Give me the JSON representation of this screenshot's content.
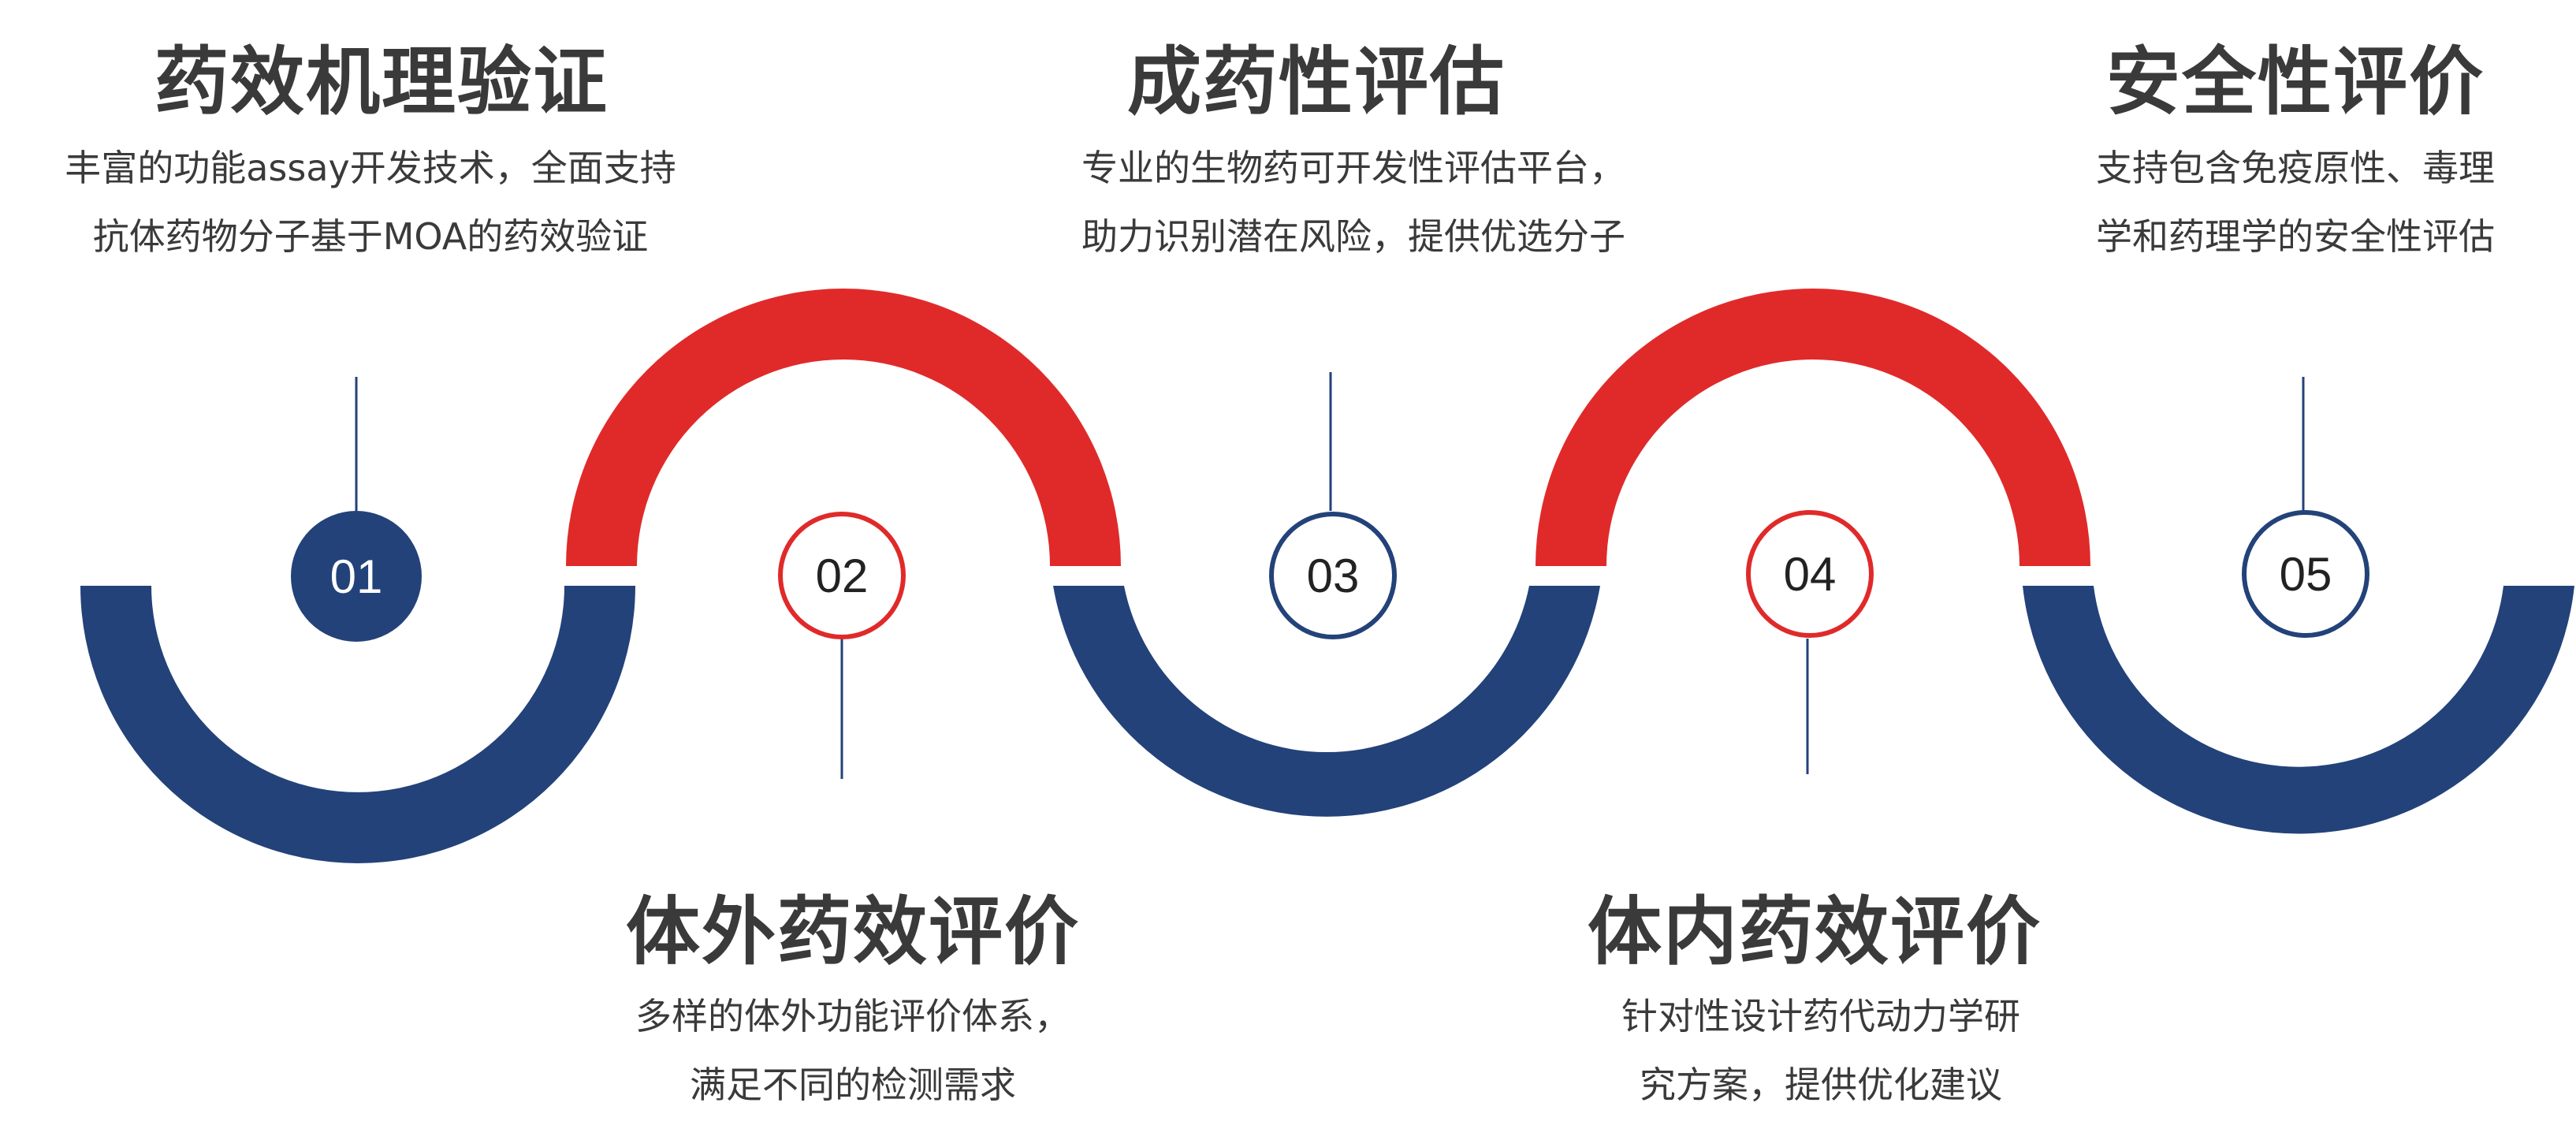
{
  "colors": {
    "navy": "#234279",
    "red": "#e02a2a",
    "text": "#3a3a3a",
    "background": "#ffffff"
  },
  "steps": [
    {
      "number": "01",
      "color": "navy",
      "filled": true,
      "title": "药效机理验证",
      "desc": [
        "丰富的功能assay开发技术，全面支持",
        "抗体药物分子基于MOA的药效验证"
      ]
    },
    {
      "number": "02",
      "color": "red",
      "filled": false,
      "title": "体外药效评价",
      "desc": [
        "多样的体外功能评价体系，",
        "满足不同的检测需求"
      ]
    },
    {
      "number": "03",
      "color": "navy",
      "filled": false,
      "title": "成药性评估",
      "desc": [
        "专业的生物药可开发性评估平台，",
        "助力识别潜在风险，提供优选分子"
      ]
    },
    {
      "number": "04",
      "color": "red",
      "filled": false,
      "title": "体内药效评价",
      "desc": [
        "针对性设计药代动力学研",
        "究方案，提供优化建议"
      ]
    },
    {
      "number": "05",
      "color": "navy",
      "filled": false,
      "title": "安全性评价",
      "desc": [
        "支持包含免疫原性、毒理",
        "学和药理学的安全性评估"
      ]
    }
  ]
}
